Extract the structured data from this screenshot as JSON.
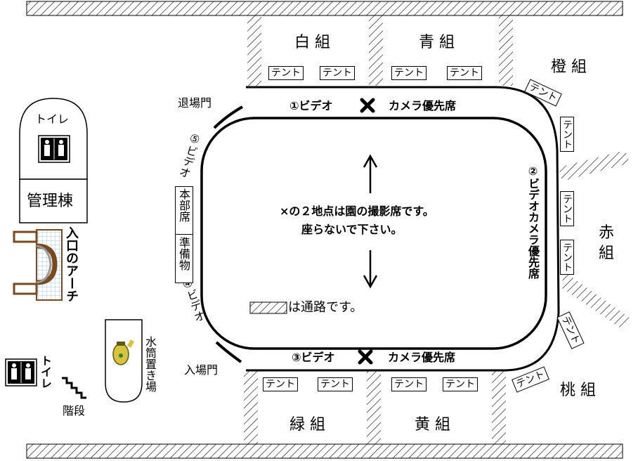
{
  "groups": {
    "white": "白 組",
    "blue": "青 組",
    "orange": "橙 組",
    "red": "赤\n組",
    "peach": "桃 組",
    "green": "緑 組",
    "yellow": "黄 組"
  },
  "tent_label": "テント",
  "seats": {
    "video1": "①ビデオ",
    "video2": "②ビデオカメラ優先席",
    "video3": "③ビデオ",
    "video4": "④ビデオ",
    "video5": "⑤ビデオ",
    "camera": "カメラ優先席"
  },
  "gates": {
    "exit": "退場門",
    "entrance": "入場門"
  },
  "notes": {
    "line1": "×の２地点は園の撮影席です。",
    "line2": "座らないで下さい。",
    "aisle": "は通路です。"
  },
  "facilities": {
    "toilet": "トイレ",
    "building": "管理棟",
    "arch": "入口のアーチ",
    "hq": "本部席",
    "supplies": "準備物",
    "toilet2": "トイレ",
    "stairs": "階段",
    "bottles": "水筒置き場"
  },
  "colors": {
    "arch_brown": "#7a4a1e",
    "grid_blue": "#9fc6e8",
    "hatch": "#000000"
  }
}
